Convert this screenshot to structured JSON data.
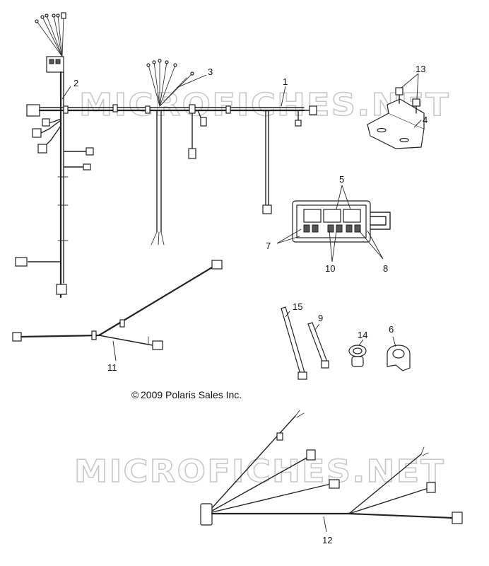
{
  "watermark": {
    "text": "MICROFICHES.NET"
  },
  "copyright": {
    "text": "2009 Polaris Sales Inc.",
    "symbol": "©"
  },
  "callouts": {
    "c1": "1",
    "c2": "2",
    "c3": "3",
    "c4": "4",
    "c5": "5",
    "c6": "6",
    "c7": "7",
    "c8": "8",
    "c9": "9",
    "c10": "10",
    "c11": "11",
    "c12": "12",
    "c13": "13",
    "c14": "14",
    "c15": "15"
  }
}
